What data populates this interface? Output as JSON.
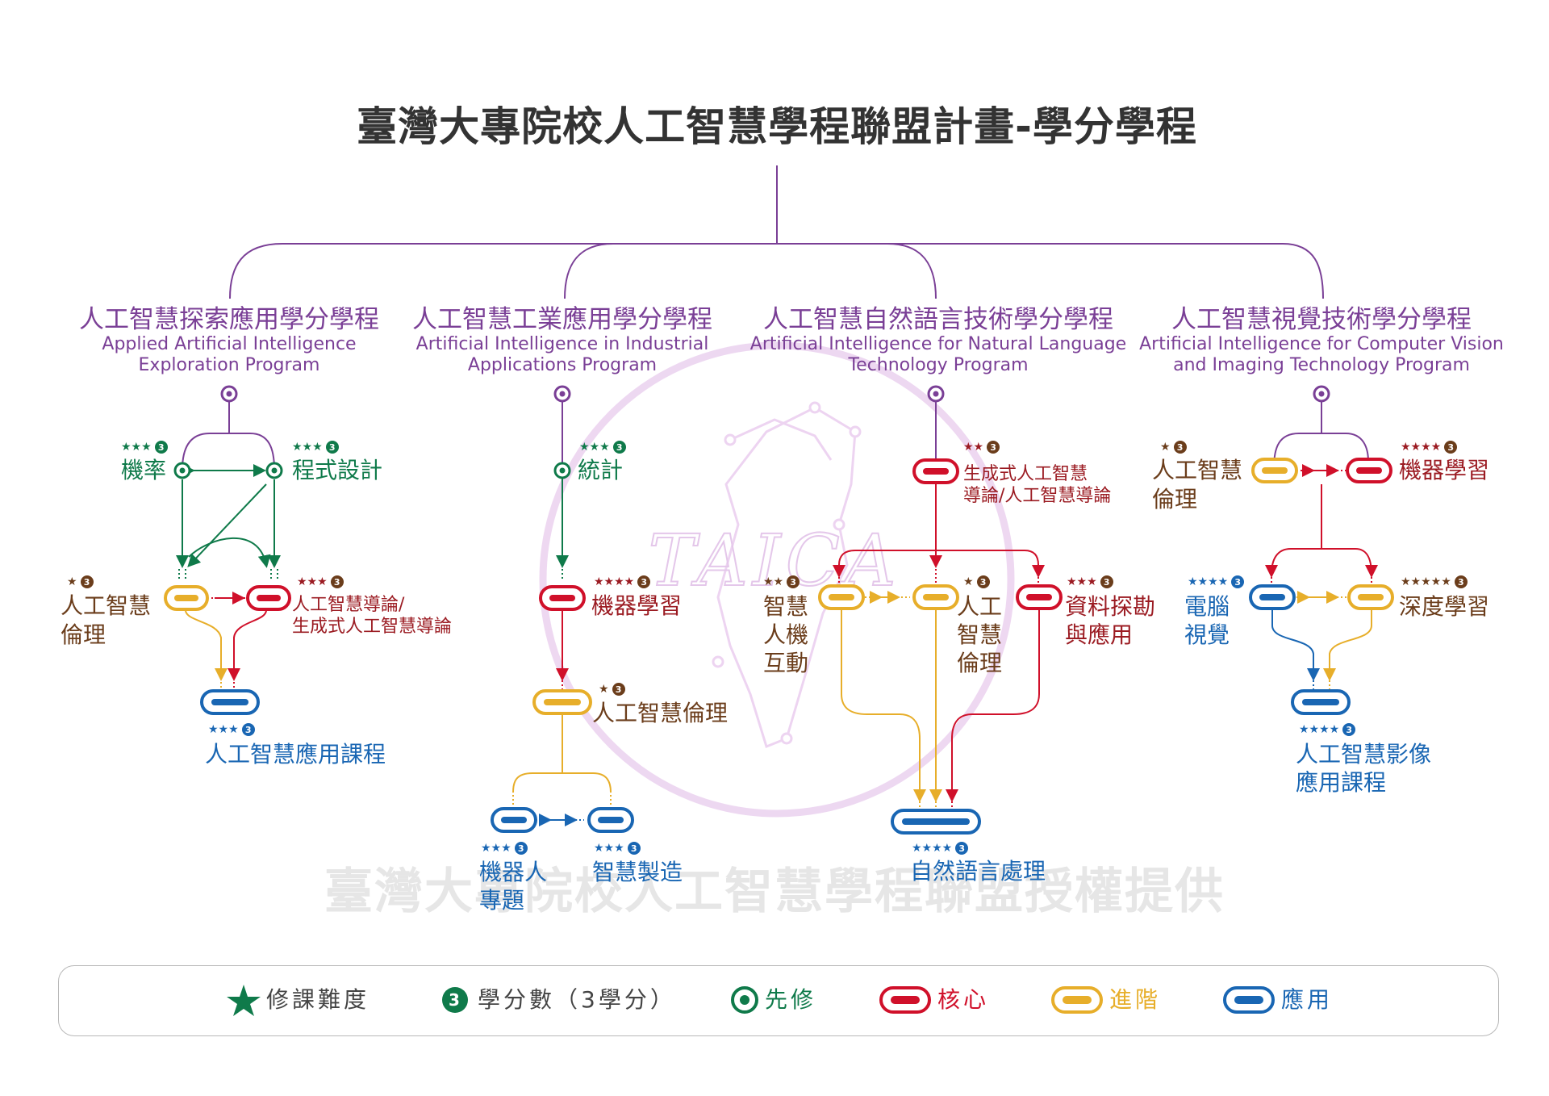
{
  "title": "臺灣大專院校人工智慧學程聯盟計畫-學分學程",
  "watermark": {
    "text": "臺灣大專院校人工智慧學程聯盟授權提供",
    "logo_letters": "TAICA"
  },
  "colors": {
    "purple": "#7a3f96",
    "green": "#0f7a4a",
    "red": "#d0102a",
    "yellow": "#e7ae2a",
    "blue": "#1966b3",
    "text_dark": "#333333",
    "brown": "#6b3d1b"
  },
  "programs": [
    {
      "zh": "人工智慧探索應用學分學程",
      "en1": "Applied Artificial Intelligence",
      "en2": "Exploration Program"
    },
    {
      "zh": "人工智慧工業應用學分學程",
      "en1": "Artificial Intelligence in Industrial",
      "en2": "Applications Program"
    },
    {
      "zh": "人工智慧自然語言技術學分學程",
      "en1": "Artificial Intelligence for Natural Language",
      "en2": "Technology Program"
    },
    {
      "zh": "人工智慧視覺技術學分學程",
      "en1": "Artificial Intelligence for Computer Vision",
      "en2": "and Imaging Technology Program"
    }
  ],
  "courses": {
    "p1_prob": {
      "label": "機率",
      "stars": "★★★",
      "credits": "3"
    },
    "p1_prog": {
      "label": "程式設計",
      "stars": "★★★",
      "credits": "3"
    },
    "p1_ethics": {
      "label": "人工智慧",
      "label2": "倫理",
      "stars": "★",
      "credits": "3"
    },
    "p1_intro": {
      "label": "人工智慧導論/",
      "label2": "生成式人工智慧導論",
      "stars": "★★★",
      "credits": "3"
    },
    "p1_app": {
      "label": "人工智慧應用課程",
      "stars": "★★★",
      "credits": "3"
    },
    "p2_stat": {
      "label": "統計",
      "stars": "★★★",
      "credits": "3"
    },
    "p2_ml": {
      "label": "機器學習",
      "stars": "★★★★",
      "credits": "3"
    },
    "p2_ethics": {
      "label": "人工智慧倫理",
      "stars": "★",
      "credits": "3"
    },
    "p2_robot": {
      "label": "機器人",
      "label2": "專題",
      "stars": "★★★",
      "credits": "3"
    },
    "p2_mfg": {
      "label": "智慧製造",
      "stars": "★★★",
      "credits": "3"
    },
    "p3_genai": {
      "label": "生成式人工智慧",
      "label2": "導論/人工智慧導論",
      "stars": "★★",
      "credits": "3"
    },
    "p3_hci": {
      "label": "智慧",
      "label2": "人機",
      "label3": "互動",
      "stars": "★★",
      "credits": "3"
    },
    "p3_ethics": {
      "label": "人工",
      "label2": "智慧",
      "label3": "倫理",
      "stars": "★",
      "credits": "3"
    },
    "p3_dm": {
      "label": "資料探勘",
      "label2": "與應用",
      "stars": "★★★",
      "credits": "3"
    },
    "p3_nlp": {
      "label": "自然語言處理",
      "stars": "★★★★",
      "credits": "3"
    },
    "p4_ethics": {
      "label": "人工智慧",
      "label2": "倫理",
      "stars": "★",
      "credits": "3"
    },
    "p4_ml": {
      "label": "機器學習",
      "stars": "★★★★",
      "credits": "3"
    },
    "p4_cv": {
      "label": "電腦",
      "label2": "視覺",
      "stars": "★★★★",
      "credits": "3"
    },
    "p4_dl": {
      "label": "深度學習",
      "stars": "★★★★★",
      "credits": "3"
    },
    "p4_img": {
      "label": "人工智慧影像",
      "label2": "應用課程",
      "stars": "★★★★",
      "credits": "3"
    }
  },
  "legend": {
    "difficulty": "修課難度",
    "credits_badge": "3",
    "credits": "學分數（3學分）",
    "prereq": "先修",
    "core": "核心",
    "advanced": "進階",
    "applied": "應用"
  }
}
